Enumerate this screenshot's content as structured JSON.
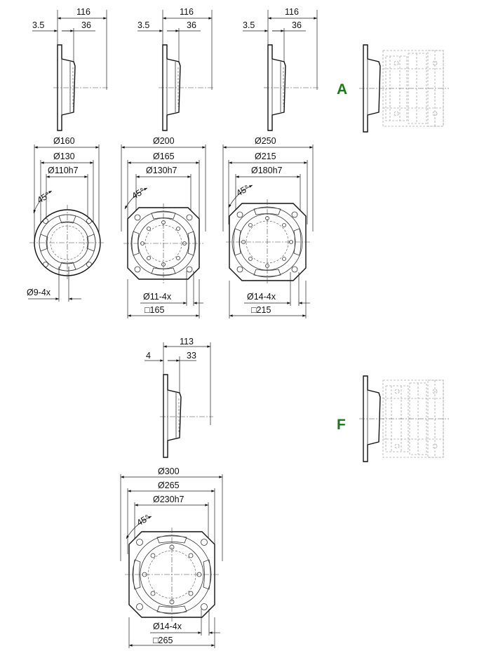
{
  "colors": {
    "ink": "#111111",
    "label": "#1a7a1a",
    "ghost": "#aaaaaa"
  },
  "labels": {
    "a": "A",
    "f": "F"
  },
  "top_row": [
    {
      "overall": "116",
      "face": "3.5",
      "pilot": "36",
      "d_outer": "Ø160",
      "d_pcd": "Ø130",
      "d_pilot": "Ø110h7",
      "angle": "45°",
      "holes": "Ø9-4x",
      "square": ""
    },
    {
      "overall": "116",
      "face": "3.5",
      "pilot": "36",
      "d_outer": "Ø200",
      "d_pcd": "Ø165",
      "d_pilot": "Ø130h7",
      "angle": "45°",
      "holes": "Ø11-4x",
      "square": "□165"
    },
    {
      "overall": "116",
      "face": "3.5",
      "pilot": "36",
      "d_outer": "Ø250",
      "d_pcd": "Ø215",
      "d_pilot": "Ø180h7",
      "angle": "45°",
      "holes": "Ø14-4x",
      "square": "□215"
    }
  ],
  "bottom": {
    "overall": "113",
    "face": "4",
    "pilot": "33",
    "d_outer": "Ø300",
    "d_pcd": "Ø265",
    "d_pilot": "Ø230h7",
    "angle": "45°",
    "holes": "Ø14-4x",
    "square": "□265"
  }
}
